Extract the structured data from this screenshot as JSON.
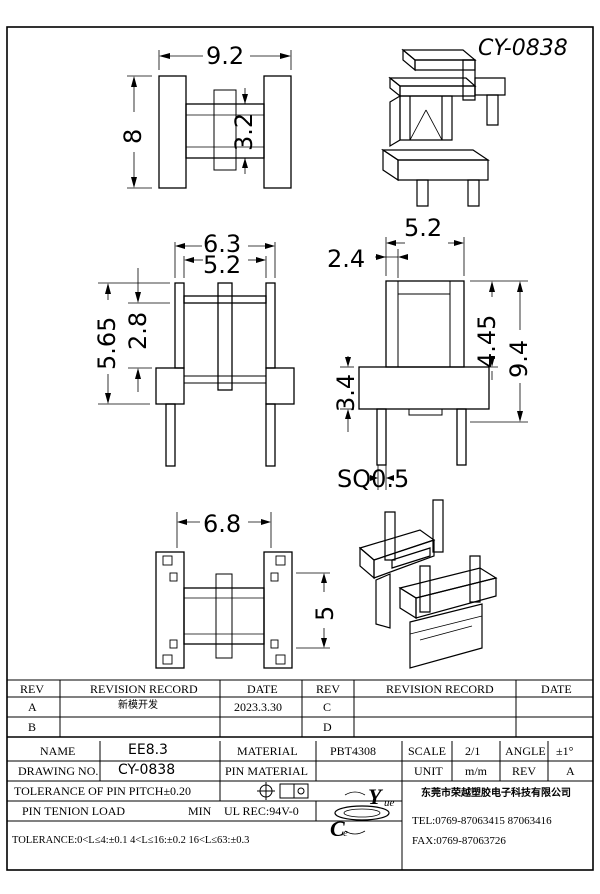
{
  "drawing_code": "CY-0838",
  "dimensions": {
    "top_width": "9.2",
    "top_height": "8",
    "top_inner": "3.2",
    "front_width_outer": "6.3",
    "front_width_inner": "5.2",
    "front_height": "5.65",
    "front_inner_height": "2.8",
    "side_width": "5.2",
    "side_offset": "2.4",
    "side_upper": "4.45",
    "side_total": "9.4",
    "side_lower": "3.4",
    "pin_size": "SQ0.5",
    "bottom_width": "6.8",
    "bottom_height": "5"
  },
  "revision_table": {
    "header": [
      "REV",
      "REVISION RECORD",
      "DATE",
      "REV",
      "REVISION RECORD",
      "DATE"
    ],
    "rows": [
      [
        "A",
        "新模开发",
        "2023.3.30",
        "C",
        "",
        ""
      ],
      [
        "B",
        "",
        "",
        "D",
        "",
        ""
      ]
    ]
  },
  "title_block": {
    "name_label": "NAME",
    "name_value": "EE8.3",
    "drawing_no_label": "DRAWING NO.",
    "drawing_no_value": "CY-0838",
    "material_label": "MATERIAL",
    "material_value": "PBT4308",
    "pin_material_label": "PIN MATERIAL",
    "scale_label": "SCALE",
    "scale_value": "2/1",
    "angle_label": "ANGLE",
    "angle_value": "±1°",
    "unit_label": "UNIT",
    "unit_value": "m/m",
    "rev_label": "REV",
    "rev_value": "A",
    "pitch_tolerance": "TOLERANCE OF PIN PITCH±0.20",
    "pin_load_label": "PIN TENION LOAD",
    "pin_load_value": "MIN",
    "ul_rec": "UL REC:94V-0",
    "general_tolerance": "TOLERANCE:0<L≤4:±0.1  4<L≤16:±0.2  16<L≤63:±0.3",
    "company_name": "东莞市荣越塑胶电子科技有限公司",
    "tel": "TEL:0769-87063415 87063416",
    "fax": "FAX:0769-87063726",
    "logo_letters": [
      "C",
      "e",
      "Y",
      "ue"
    ]
  }
}
